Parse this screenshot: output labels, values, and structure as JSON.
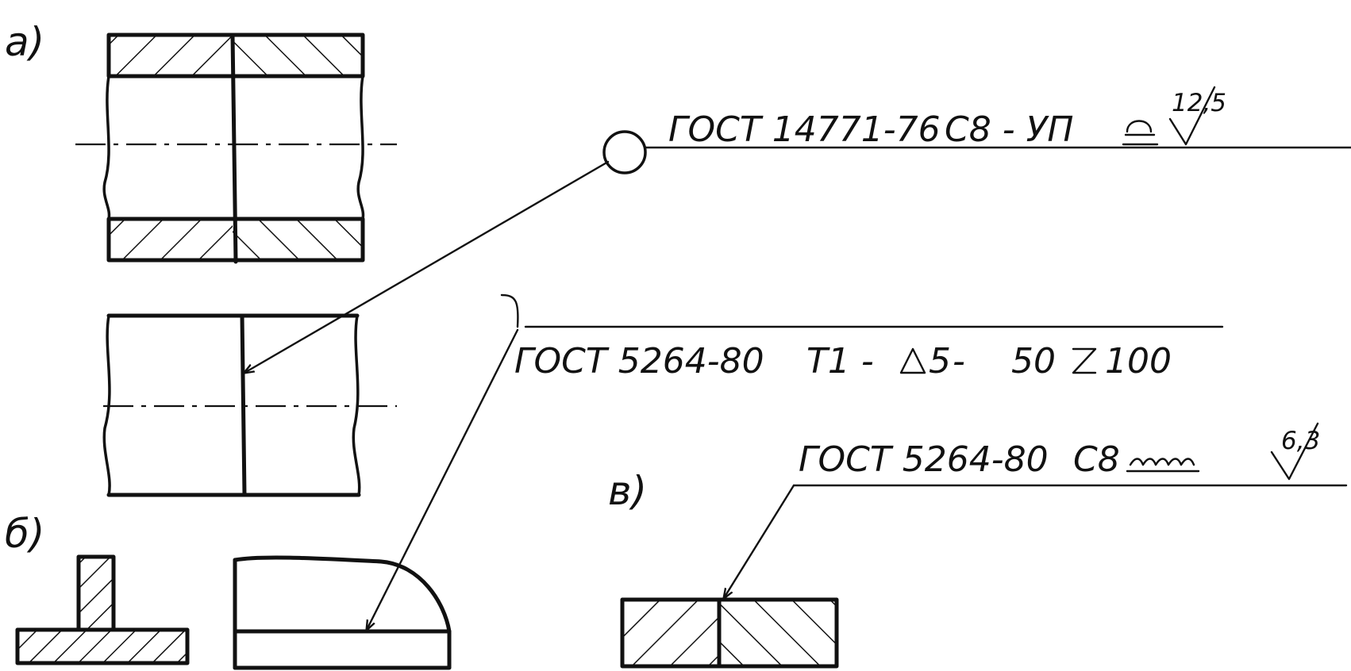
{
  "labels": {
    "a": "a)",
    "b": "б)",
    "v": "в)"
  },
  "weld_notes": {
    "a": {
      "standard": "ГОСТ 14771-76",
      "designation": "С8 - УП",
      "roughness": "12,5"
    },
    "b": {
      "standard": "ГОСТ 5264-80",
      "designation": "Т1 - ",
      "leg": "5",
      "sep": " - ",
      "length": "50",
      "pitch": "100"
    },
    "v": {
      "standard": "ГОСТ 5264-80",
      "designation": "С8",
      "roughness": "6,3"
    }
  }
}
